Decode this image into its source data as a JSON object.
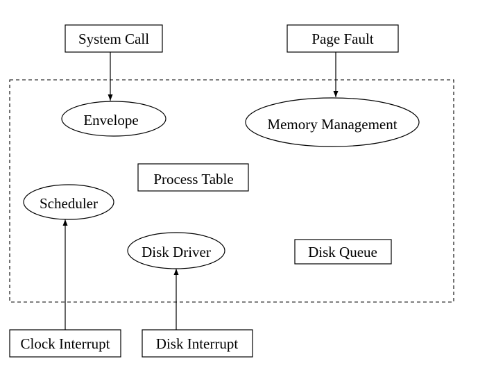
{
  "external": {
    "system_call": "System Call",
    "page_fault": "Page Fault",
    "clock_interrupt": "Clock Interrupt",
    "disk_interrupt": "Disk Interrupt"
  },
  "kernel": {
    "envelope": "Envelope",
    "memory_management": "Memory Management",
    "process_table": "Process Table",
    "scheduler": "Scheduler",
    "disk_driver": "Disk Driver",
    "disk_queue": "Disk Queue"
  },
  "edges": [
    {
      "from": "System Call",
      "to": "Envelope"
    },
    {
      "from": "Page Fault",
      "to": "Memory Management"
    },
    {
      "from": "Clock Interrupt",
      "to": "Scheduler"
    },
    {
      "from": "Disk Interrupt",
      "to": "Disk Driver"
    }
  ],
  "colors": {
    "stroke": "#000000",
    "background": "#ffffff"
  }
}
